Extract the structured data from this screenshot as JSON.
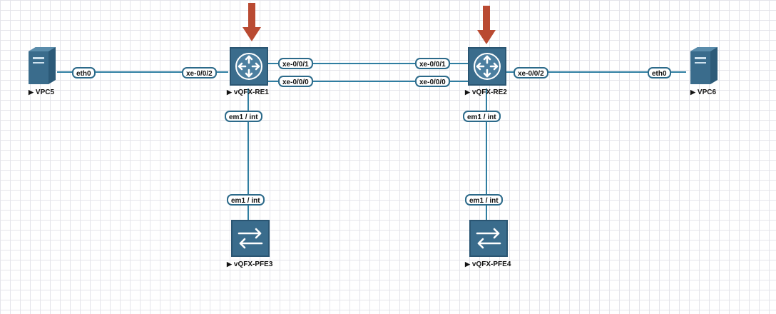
{
  "nodes": {
    "vpc5": {
      "label": "VPC5",
      "icon": "pc-tower-icon"
    },
    "vpc6": {
      "label": "VPC6",
      "icon": "pc-tower-icon"
    },
    "re1": {
      "label": "vQFX-RE1",
      "icon": "router-icon"
    },
    "re2": {
      "label": "vQFX-RE2",
      "icon": "router-icon"
    },
    "pfe3": {
      "label": "vQFX-PFE3",
      "icon": "switch-icon"
    },
    "pfe4": {
      "label": "vQFX-PFE4",
      "icon": "switch-icon"
    }
  },
  "ports": {
    "vpc5_eth0": "eth0",
    "re1_left": "xe-0/0/2",
    "re1_top": "xe-0/0/1",
    "re1_bottom": "xe-0/0/0",
    "re2_top": "xe-0/0/1",
    "re2_bottom": "xe-0/0/0",
    "re2_right": "xe-0/0/2",
    "vpc6_eth0": "eth0",
    "re1_em1": "em1 / int",
    "pfe3_em1": "em1 / int",
    "re2_em1": "em1 / int",
    "pfe4_em1": "em1 / int"
  },
  "label_marker": "▶",
  "colors": {
    "link": "#2f7ea1",
    "device_fill": "#3a6c8c",
    "highlight_arrow": "#b94a32",
    "grid": "#e4e4ea"
  }
}
